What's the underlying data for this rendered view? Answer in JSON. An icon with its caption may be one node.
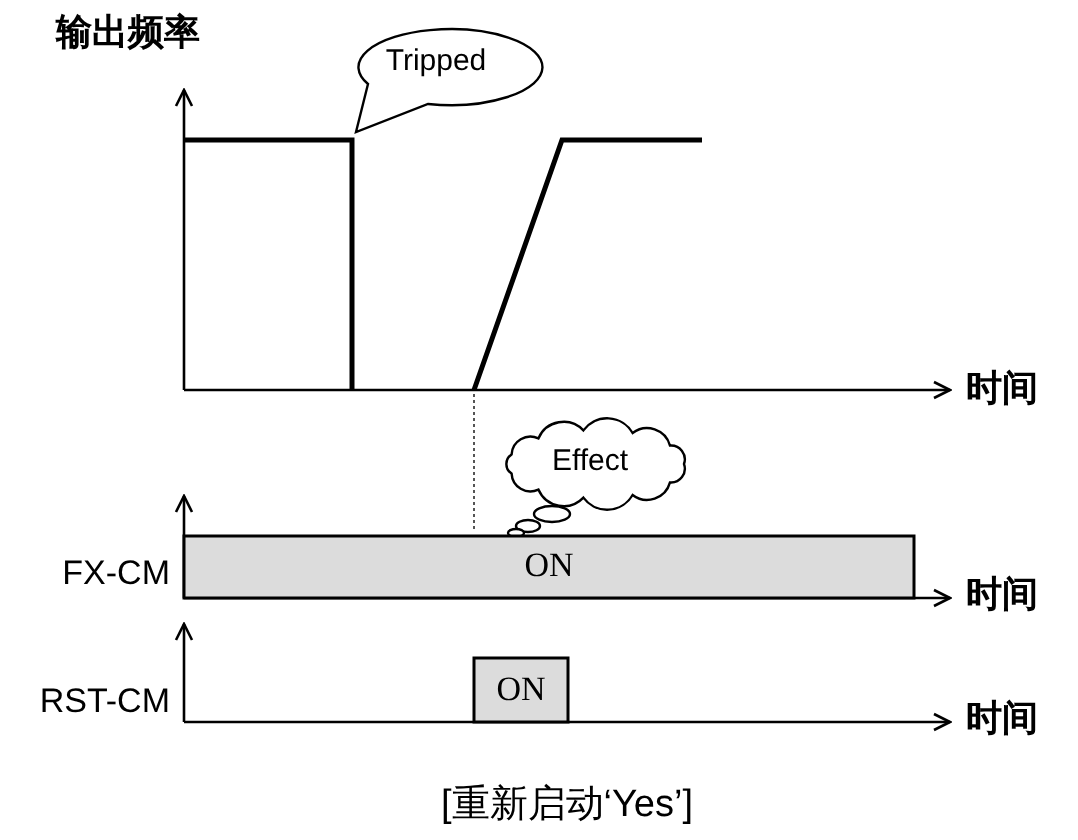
{
  "diagram": {
    "caption": "[重新启动‘Yes’]",
    "nodes": [
      {
        "text": [
          "Tripped"
        ]
      },
      {
        "text": [
          "Effect"
        ]
      },
      {
        "text": [
          "ON"
        ]
      },
      {
        "text": [
          "ON"
        ]
      }
    ],
    "labels": [
      "输出频率",
      "时间",
      "FX-CM",
      "时间",
      "RST-CM",
      "时间"
    ]
  }
}
